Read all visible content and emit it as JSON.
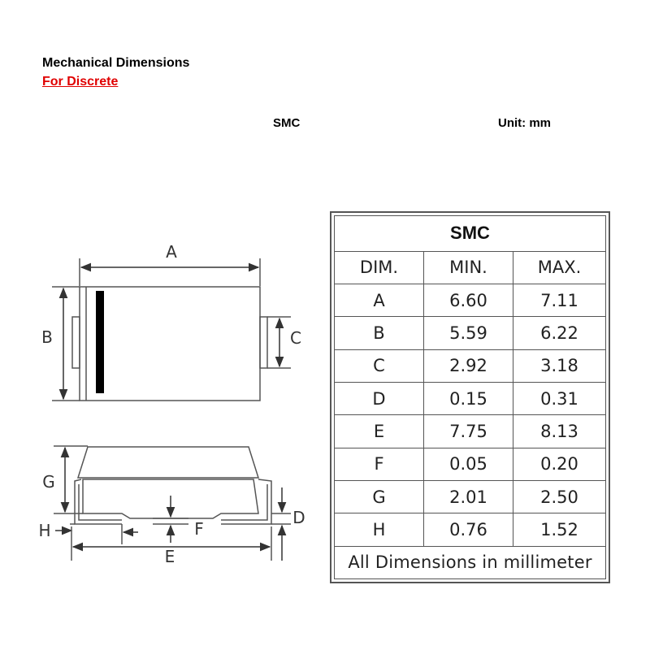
{
  "header": {
    "title": "Mechanical Dimensions",
    "subtitle": "For Discrete",
    "package": "SMC",
    "unit": "Unit: mm"
  },
  "colors": {
    "subtitle": "#e00000",
    "lines": "#555555",
    "ink": "#000000"
  },
  "drawing": {
    "labels": {
      "A": "A",
      "B": "B",
      "C": "C",
      "D": "D",
      "E": "E",
      "F": "F",
      "G": "G",
      "H": "H"
    }
  },
  "table": {
    "package": "SMC",
    "headers": [
      "DIM.",
      "MIN.",
      "MAX."
    ],
    "rows": [
      {
        "dim": "A",
        "min": "6.60",
        "max": "7.11"
      },
      {
        "dim": "B",
        "min": "5.59",
        "max": "6.22"
      },
      {
        "dim": "C",
        "min": "2.92",
        "max": "3.18"
      },
      {
        "dim": "D",
        "min": "0.15",
        "max": "0.31"
      },
      {
        "dim": "E",
        "min": "7.75",
        "max": "8.13"
      },
      {
        "dim": "F",
        "min": "0.05",
        "max": "0.20"
      },
      {
        "dim": "G",
        "min": "2.01",
        "max": "2.50"
      },
      {
        "dim": "H",
        "min": "0.76",
        "max": "1.52"
      }
    ],
    "note": "All Dimensions in millimeter"
  }
}
